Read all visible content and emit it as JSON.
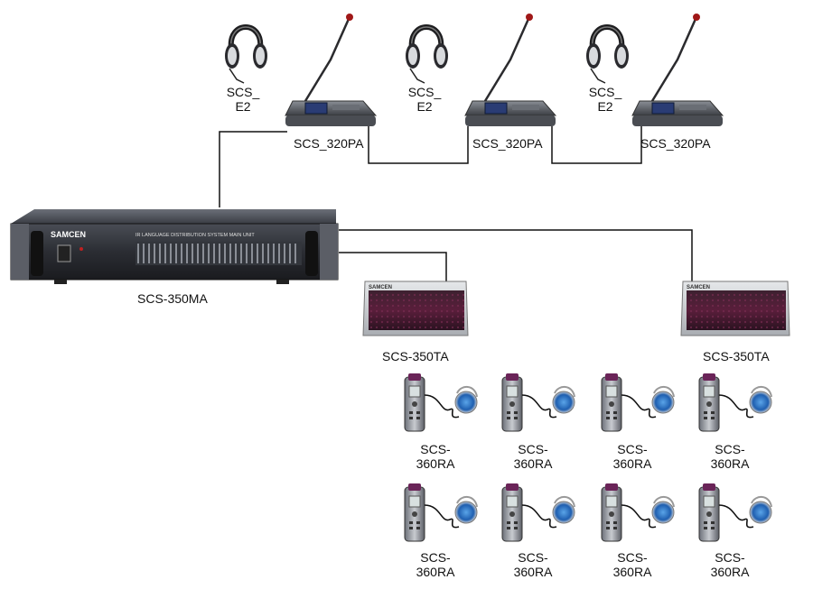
{
  "main_unit": {
    "brand": "SAMCEN",
    "panel_text": "IR LANGUAGE DISTRIBUTION SYSTEM MAIN UNIT",
    "label": "SCS-350MA"
  },
  "delegate_units": [
    {
      "label": "SCS_320PA",
      "headphone_label_1": "SCS_",
      "headphone_label_2": "E2"
    },
    {
      "label": "SCS_320PA",
      "headphone_label_1": "SCS_",
      "headphone_label_2": "E2"
    },
    {
      "label": "SCS_320PA",
      "headphone_label_1": "SCS_",
      "headphone_label_2": "E2"
    }
  ],
  "transmitters": [
    {
      "brand": "SAMCEN",
      "label": "SCS-350TA"
    },
    {
      "brand": "SAMCEN",
      "label": "SCS-350TA"
    }
  ],
  "receivers": [
    {
      "label_1": "SCS-",
      "label_2": "360RA"
    },
    {
      "label_1": "SCS-",
      "label_2": "360RA"
    },
    {
      "label_1": "SCS-",
      "label_2": "360RA"
    },
    {
      "label_1": "SCS-",
      "label_2": "360RA"
    },
    {
      "label_1": "SCS-",
      "label_2": "360RA"
    },
    {
      "label_1": "SCS-",
      "label_2": "360RA"
    },
    {
      "label_1": "SCS-",
      "label_2": "360RA"
    },
    {
      "label_1": "SCS-",
      "label_2": "360RA"
    }
  ]
}
